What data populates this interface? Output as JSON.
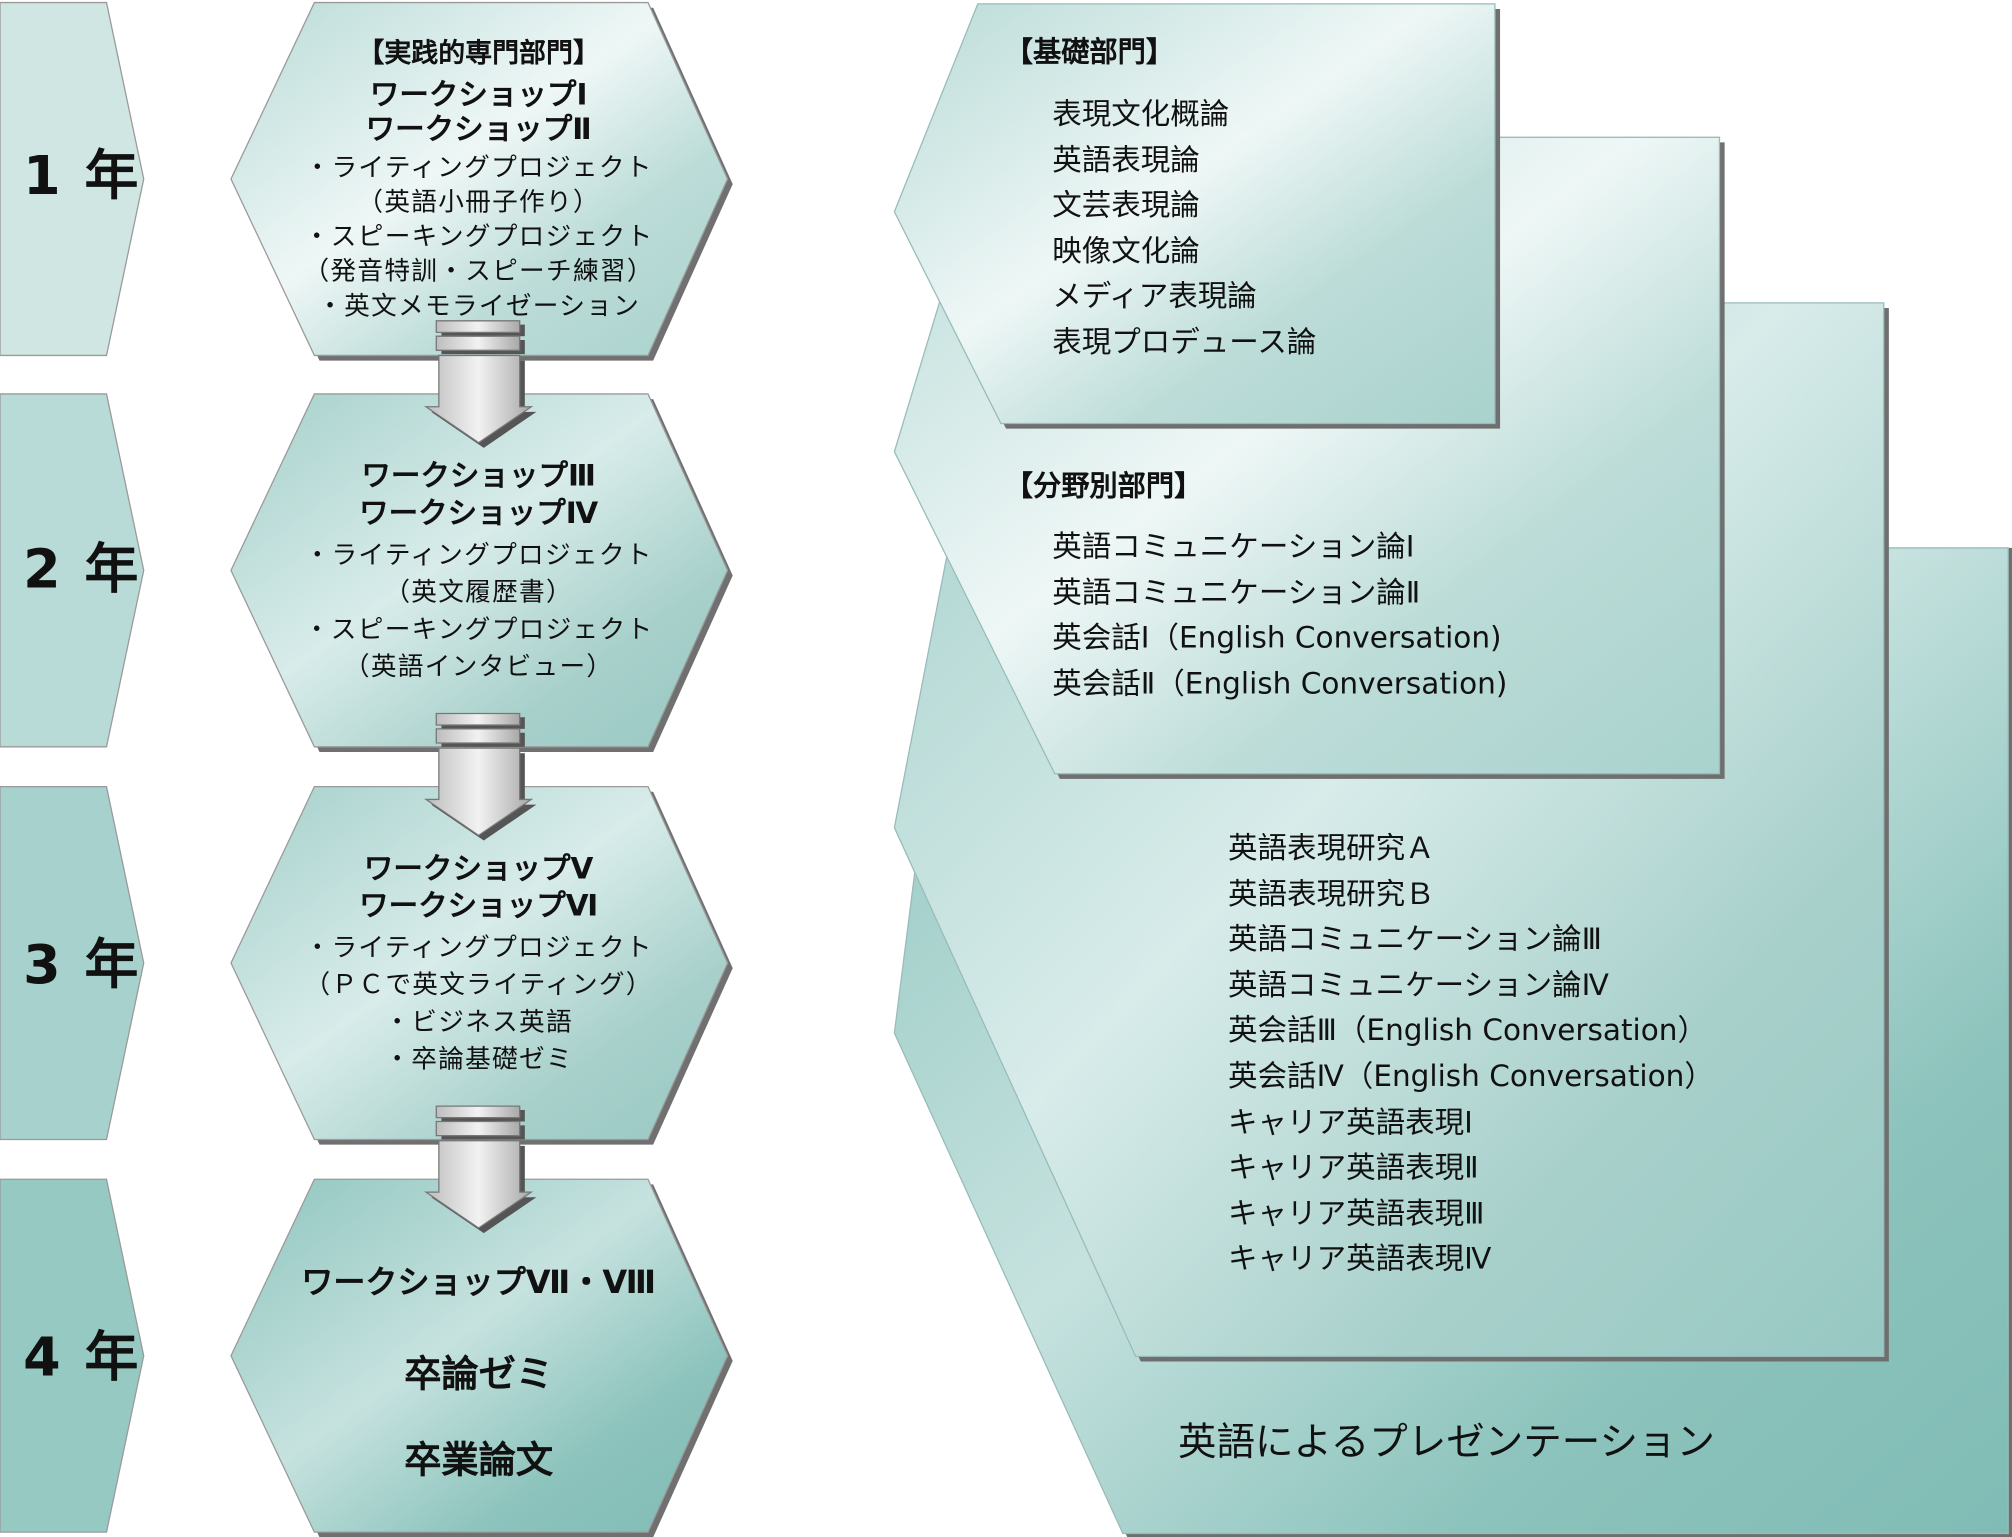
{
  "years": [
    {
      "label": "1 年",
      "lines_bold": [
        "【実践的専門部門】",
        "ワークショップⅠ",
        "ワークショップⅡ"
      ],
      "lines": [
        "・ライティングプロジェクト",
        "（英語小冊子作り）",
        "・スピーキングプロジェクト",
        "（発音特訓・スピーチ練習）",
        "・英文メモライゼーション"
      ]
    },
    {
      "label": "2 年",
      "lines_bold": [
        "ワークショップⅢ",
        "ワークショップⅣ"
      ],
      "lines": [
        "・ライティングプロジェクト",
        "（英文履歴書）",
        "・スピーキングプロジェクト",
        "（英語インタビュー）"
      ]
    },
    {
      "label": "3 年",
      "lines_bold": [
        "ワークショップⅤ",
        "ワークショップⅥ"
      ],
      "lines": [
        "・ライティングプロジェクト",
        "（ＰＣで英文ライティング）",
        "・ビジネス英語",
        "・卒論基礎ゼミ"
      ]
    },
    {
      "label": "4 年",
      "lines_bold": [
        "ワークショップⅦ・Ⅷ",
        "卒論ゼミ",
        "卒業論文"
      ],
      "lines": []
    }
  ],
  "basic": {
    "header": "【基礎部門】",
    "items": [
      "表現文化概論",
      "英語表現論",
      "文芸表現論",
      "映像文化論",
      "メディア表現論",
      "表現プロデュース論"
    ]
  },
  "field": {
    "header": "【分野別部門】",
    "items": [
      "英語コミュニケーション論Ⅰ",
      "英語コミュニケーション論Ⅱ",
      "英会話Ⅰ（English Conversation)",
      "英会話Ⅱ（English Conversation)"
    ]
  },
  "advanced": {
    "items": [
      "英語表現研究Ａ",
      "英語表現研究Ｂ",
      "英語コミュニケーション論Ⅲ",
      "英語コミュニケーション論Ⅳ",
      "英会話Ⅲ（English Conversation）",
      "英会話Ⅳ（English Conversation）",
      "キャリア英語表現Ⅰ",
      "キャリア英語表現Ⅱ",
      "キャリア英語表現Ⅲ",
      "キャリア英語表現Ⅳ"
    ]
  },
  "presentation": {
    "label": "英語によるプレゼンテーション"
  },
  "colors": {
    "light": "#d3e9e6",
    "mid": "#b3d7d3",
    "dark": "#87c1ba",
    "shadow": "#6f6f6f"
  }
}
